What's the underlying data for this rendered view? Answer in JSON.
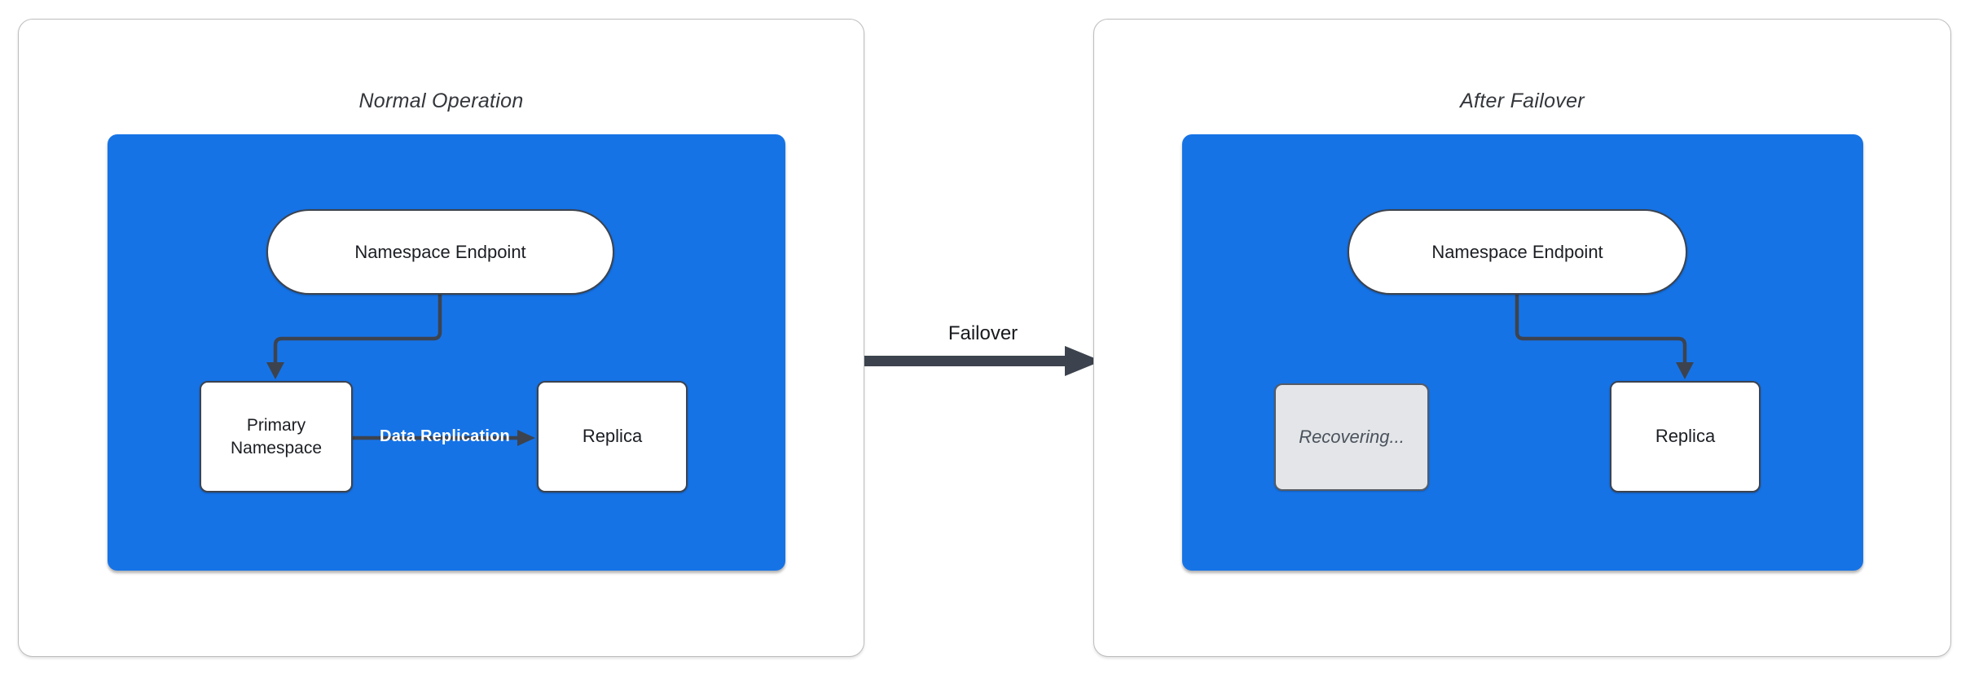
{
  "colors": {
    "accent_blue": "#1673E6",
    "stroke_dark": "#3C434E",
    "panel_border": "#BDBDBD",
    "node_fill": "#FFFFFF",
    "recovering_fill": "#E3E5E8",
    "recovering_text": "#4A525C",
    "title_text": "#33363B",
    "edge_label_text": "#FFFFFF"
  },
  "panels": {
    "left": {
      "title": "Normal Operation",
      "nodes": {
        "endpoint": {
          "label": "Namespace Endpoint"
        },
        "primary": {
          "label": "Primary Namespace"
        },
        "replica": {
          "label": "Replica"
        }
      },
      "edges": {
        "replication_label": "Data Replication"
      }
    },
    "right": {
      "title": "After Failover",
      "nodes": {
        "endpoint": {
          "label": "Namespace Endpoint"
        },
        "recovering": {
          "label": "Recovering..."
        },
        "replica": {
          "label": "Replica"
        }
      }
    }
  },
  "transition": {
    "label": "Failover"
  }
}
